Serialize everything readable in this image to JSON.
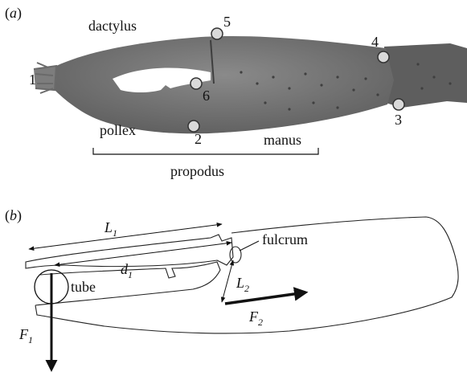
{
  "panel_a": {
    "panel_label_open": "(",
    "panel_label_letter": "a",
    "panel_label_close": ")",
    "labels": {
      "dactylus": "dactylus",
      "pollex": "pollex",
      "manus": "manus",
      "propodus": "propodus"
    },
    "landmarks": [
      "1",
      "2",
      "3",
      "4",
      "5",
      "6"
    ]
  },
  "panel_b": {
    "panel_label_open": "(",
    "panel_label_letter": "b",
    "panel_label_close": ")",
    "labels": {
      "fulcrum": "fulcrum",
      "tube": "tube"
    },
    "symbols": {
      "L1": {
        "letter": "L",
        "sub": "1"
      },
      "d1": {
        "letter": "d",
        "sub": "1"
      },
      "L2": {
        "letter": "L",
        "sub": "2"
      },
      "F2": {
        "letter": "F",
        "sub": "2"
      },
      "F1": {
        "letter": "F",
        "sub": "1"
      }
    }
  },
  "colors": {
    "claw_fill": "#6f6f6f",
    "claw_dark": "#4a4a4a",
    "landmark_fill": "#d9d9d9",
    "ink": "#111111"
  }
}
